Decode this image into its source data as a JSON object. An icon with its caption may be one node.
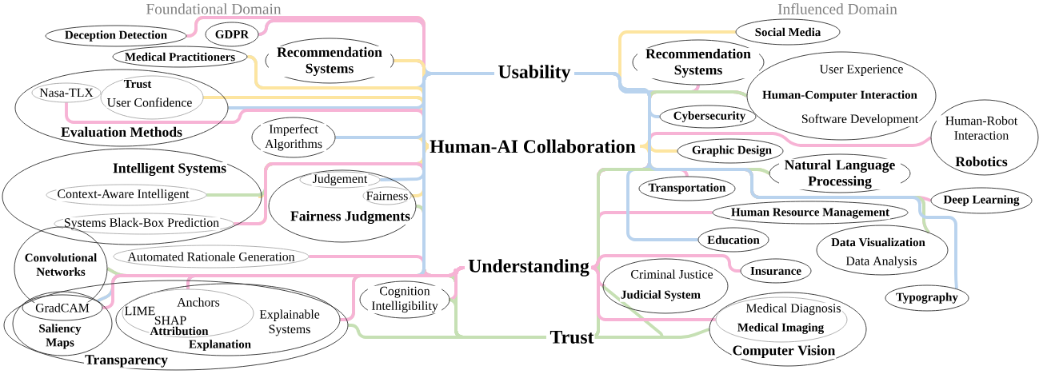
{
  "diagram": {
    "nodes": [
      {
        "text": [
          "Deception Detection"
        ]
      },
      {
        "text": [
          "GDPR"
        ]
      },
      {
        "text": [
          "Medical Practitioners"
        ]
      },
      {
        "text": [
          "Recommendation Systems"
        ]
      },
      {
        "text": [
          "Evaluation Methods"
        ]
      },
      {
        "text": [
          "Nasa-TLX"
        ],
        "in": 4
      },
      {
        "text": [
          "Trust",
          "User Confidence"
        ],
        "in": 4
      },
      {
        "text": [
          "Imperfect Algorithms"
        ]
      },
      {
        "text": [
          "Intelligent Systems"
        ]
      },
      {
        "text": [
          "Context-Aware Intelligent"
        ],
        "in": 8
      },
      {
        "text": [
          "Systems Black-Box Prediction"
        ],
        "in": 8
      },
      {
        "text": [
          "Fairness Judgments"
        ]
      },
      {
        "text": [
          "Judgement"
        ],
        "in": 11
      },
      {
        "text": [
          "Fairness"
        ],
        "in": 11
      },
      {
        "text": [
          "Convolutional Networks"
        ]
      },
      {
        "text": [
          "Automated Rationale Generation"
        ]
      },
      {
        "text": [
          "Transparency"
        ]
      },
      {
        "text": [
          "Saliency Maps"
        ],
        "in": 16
      },
      {
        "text": [
          "GradCAM"
        ],
        "in": 17
      },
      {
        "text": [
          "Explainable Systems",
          "Explanation"
        ],
        "in": 16
      },
      {
        "text": [
          "Anchors",
          "LIME",
          "SHAP",
          "Attribution"
        ],
        "in": 19
      },
      {
        "text": [
          "Cognition Intelligibility"
        ]
      },
      {
        "text": [
          "Usability"
        ]
      },
      {
        "text": [
          "Human-AI Collaboration"
        ]
      },
      {
        "text": [
          "Understanding"
        ]
      },
      {
        "text": [
          "Trust"
        ]
      },
      {
        "text": [
          "Social Media"
        ]
      },
      {
        "text": [
          "Recommendation Systems"
        ]
      },
      {
        "text": [
          "User Experience",
          "Human-Computer Interaction",
          "Software Development"
        ]
      },
      {
        "text": [
          "Cybersecurity"
        ]
      },
      {
        "text": [
          "Graphic Design"
        ]
      },
      {
        "text": [
          "Human-Robot Interaction",
          "Robotics"
        ]
      },
      {
        "text": [
          "Transportation"
        ]
      },
      {
        "text": [
          "Natural Language Processing"
        ]
      },
      {
        "text": [
          "Deep Learning"
        ]
      },
      {
        "text": [
          "Human Resource Management"
        ]
      },
      {
        "text": [
          "Education"
        ]
      },
      {
        "text": [
          "Data Visualization",
          "Data Analysis"
        ]
      },
      {
        "text": [
          "Criminal Justice",
          "Judicial System"
        ]
      },
      {
        "text": [
          "Insurance"
        ]
      },
      {
        "text": [
          "Typography"
        ]
      },
      {
        "text": [
          "Computer Vision"
        ]
      },
      {
        "text": [
          "Medical Diagnosis",
          "Medical Imaging"
        ],
        "in": 41
      }
    ],
    "edges": [
      {
        "from": 0,
        "to": 23,
        "arrow": "none",
        "color": "#fde5a0"
      },
      {
        "from": 0,
        "to": 24,
        "arrow": "none",
        "color": "#f7b3d5"
      },
      {
        "from": 1,
        "to": 22,
        "arrow": "none",
        "color": "#b9d3ee"
      },
      {
        "from": 1,
        "to": 24,
        "arrow": "none",
        "color": "#f7b3d5"
      },
      {
        "from": 2,
        "to": 22,
        "arrow": "none",
        "color": "#b9d3ee"
      },
      {
        "from": 2,
        "to": 23,
        "arrow": "none",
        "color": "#fde5a0"
      },
      {
        "from": 3,
        "to": 22,
        "arrow": "none",
        "color": "#b9d3ee"
      },
      {
        "from": 3,
        "to": 24,
        "arrow": "none",
        "color": "#f7b3d5"
      },
      {
        "from": 3,
        "to": 23,
        "arrow": "none",
        "color": "#fde5a0"
      },
      {
        "from": 4,
        "to": 23,
        "arrow": "none",
        "color": "#fde5a0"
      },
      {
        "from": 4,
        "to": 22,
        "arrow": "none",
        "color": "#b9d3ee"
      },
      {
        "from": 5,
        "to": 24,
        "arrow": "none",
        "color": "#f7b3d5"
      },
      {
        "from": 6,
        "to": 25,
        "arrow": "none",
        "color": "#c6e0b4"
      },
      {
        "from": 6,
        "to": 23,
        "arrow": "none",
        "color": "#fde5a0"
      },
      {
        "from": 7,
        "to": 23,
        "arrow": "none",
        "color": "#fde5a0"
      },
      {
        "from": 7,
        "to": 22,
        "arrow": "none",
        "color": "#b9d3ee"
      },
      {
        "from": 8,
        "to": 24,
        "arrow": "none",
        "color": "#f7b3d5"
      },
      {
        "from": 8,
        "to": 23,
        "arrow": "none",
        "color": "#fde5a0"
      },
      {
        "from": 9,
        "to": 22,
        "arrow": "none",
        "color": "#b9d3ee"
      },
      {
        "from": 9,
        "to": 25,
        "arrow": "none",
        "color": "#c6e0b4"
      },
      {
        "from": 10,
        "to": 23,
        "arrow": "none",
        "color": "#fde5a0"
      },
      {
        "from": 10,
        "to": 24,
        "arrow": "none",
        "color": "#f7b3d5"
      },
      {
        "from": 11,
        "to": 24,
        "arrow": "none",
        "color": "#f7b3d5"
      },
      {
        "from": 11,
        "to": 25,
        "arrow": "none",
        "color": "#c6e0b4"
      },
      {
        "from": 12,
        "to": 22,
        "arrow": "none",
        "color": "#b9d3ee"
      },
      {
        "from": 13,
        "to": 23,
        "arrow": "none",
        "color": "#fde5a0"
      },
      {
        "from": 14,
        "to": 24,
        "arrow": "none",
        "color": "#f7b3d5"
      },
      {
        "from": 14,
        "to": 25,
        "arrow": "none",
        "color": "#c6e0b4"
      },
      {
        "from": 15,
        "to": 24,
        "arrow": "none",
        "color": "#f7b3d5"
      },
      {
        "from": 16,
        "to": 25,
        "arrow": "none",
        "color": "#c6e0b4"
      },
      {
        "from": 17,
        "to": 23,
        "arrow": "none",
        "color": "#fde5a0"
      },
      {
        "from": 17,
        "to": 22,
        "arrow": "none",
        "color": "#b9d3ee"
      },
      {
        "from": 18,
        "to": 24,
        "arrow": "none",
        "color": "#f7b3d5"
      },
      {
        "from": 19,
        "to": 25,
        "arrow": "none",
        "color": "#c6e0b4"
      },
      {
        "from": 19,
        "to": 24,
        "arrow": "none",
        "color": "#f7b3d5"
      },
      {
        "from": 20,
        "to": 22,
        "arrow": "none",
        "color": "#b9d3ee"
      },
      {
        "from": 20,
        "to": 24,
        "arrow": "none",
        "color": "#f7b3d5"
      },
      {
        "from": 21,
        "to": 24,
        "arrow": "none",
        "color": "#f7b3d5"
      },
      {
        "from": 21,
        "to": 25,
        "arrow": "none",
        "color": "#c6e0b4"
      },
      {
        "from": 23,
        "to": 26,
        "arrow": "none",
        "color": "#fde5a0"
      },
      {
        "from": 22,
        "to": 27,
        "arrow": "none",
        "color": "#b9d3ee"
      },
      {
        "from": 24,
        "to": 27,
        "arrow": "none",
        "color": "#f7b3d5"
      },
      {
        "from": 22,
        "to": 28,
        "arrow": "none",
        "color": "#b9d3ee"
      },
      {
        "from": 23,
        "to": 28,
        "arrow": "none",
        "color": "#fde5a0"
      },
      {
        "from": 24,
        "to": 28,
        "arrow": "none",
        "color": "#f7b3d5"
      },
      {
        "from": 25,
        "to": 28,
        "arrow": "none",
        "color": "#c6e0b4"
      },
      {
        "from": 22,
        "to": 29,
        "arrow": "none",
        "color": "#b9d3ee"
      },
      {
        "from": 23,
        "to": 30,
        "arrow": "none",
        "color": "#fde5a0"
      },
      {
        "from": 24,
        "to": 31,
        "arrow": "none",
        "color": "#f7b3d5"
      },
      {
        "from": 24,
        "to": 32,
        "arrow": "none",
        "color": "#f7b3d5"
      },
      {
        "from": 23,
        "to": 33,
        "arrow": "none",
        "color": "#fde5a0"
      },
      {
        "from": 25,
        "to": 33,
        "arrow": "none",
        "color": "#c6e0b4"
      },
      {
        "from": 24,
        "to": 34,
        "arrow": "none",
        "color": "#f7b3d5"
      },
      {
        "from": 24,
        "to": 35,
        "arrow": "none",
        "color": "#f7b3d5"
      },
      {
        "from": 22,
        "to": 36,
        "arrow": "none",
        "color": "#b9d3ee"
      },
      {
        "from": 24,
        "to": 37,
        "arrow": "none",
        "color": "#f7b3d5"
      },
      {
        "from": 25,
        "to": 37,
        "arrow": "none",
        "color": "#c6e0b4"
      },
      {
        "from": 24,
        "to": 38,
        "arrow": "none",
        "color": "#f7b3d5"
      },
      {
        "from": 25,
        "to": 38,
        "arrow": "none",
        "color": "#c6e0b4"
      },
      {
        "from": 24,
        "to": 39,
        "arrow": "none",
        "color": "#f7b3d5"
      },
      {
        "from": 22,
        "to": 40,
        "arrow": "none",
        "color": "#b9d3ee"
      },
      {
        "from": 25,
        "to": 41,
        "arrow": "none",
        "color": "#c6e0b4"
      },
      {
        "from": 24,
        "to": 42,
        "arrow": "none",
        "color": "#f7b3d5"
      }
    ],
    "labels": [
      "Foundational Domain",
      "Influenced Domain"
    ]
  }
}
